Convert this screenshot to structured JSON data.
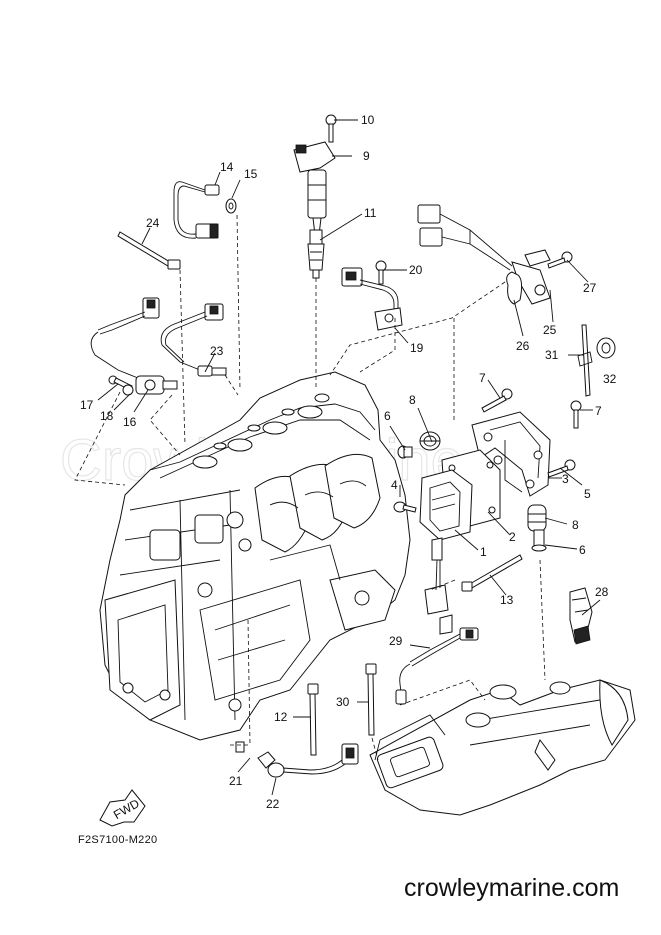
{
  "watermark": "Crowley Marine",
  "diagram_code": "F2S7100-M220",
  "site_label": "crowleymarine.com",
  "fwd_label": "FWD",
  "callouts": [
    {
      "id": "c1",
      "text": "1"
    },
    {
      "id": "c2",
      "text": "2"
    },
    {
      "id": "c3",
      "text": "3"
    },
    {
      "id": "c4",
      "text": "4"
    },
    {
      "id": "c5",
      "text": "5"
    },
    {
      "id": "c6a",
      "text": "6"
    },
    {
      "id": "c6b",
      "text": "6"
    },
    {
      "id": "c7a",
      "text": "7"
    },
    {
      "id": "c7b",
      "text": "7"
    },
    {
      "id": "c8a",
      "text": "8"
    },
    {
      "id": "c8b",
      "text": "8"
    },
    {
      "id": "c9",
      "text": "9"
    },
    {
      "id": "c10",
      "text": "10"
    },
    {
      "id": "c11",
      "text": "11"
    },
    {
      "id": "c12",
      "text": "12"
    },
    {
      "id": "c13",
      "text": "13"
    },
    {
      "id": "c14",
      "text": "14"
    },
    {
      "id": "c15",
      "text": "15"
    },
    {
      "id": "c16",
      "text": "16"
    },
    {
      "id": "c17",
      "text": "17"
    },
    {
      "id": "c18",
      "text": "18"
    },
    {
      "id": "c19",
      "text": "19"
    },
    {
      "id": "c20",
      "text": "20"
    },
    {
      "id": "c21",
      "text": "21"
    },
    {
      "id": "c22",
      "text": "22"
    },
    {
      "id": "c23",
      "text": "23"
    },
    {
      "id": "c24",
      "text": "24"
    },
    {
      "id": "c25",
      "text": "25"
    },
    {
      "id": "c26",
      "text": "26"
    },
    {
      "id": "c27",
      "text": "27"
    },
    {
      "id": "c28",
      "text": "28"
    },
    {
      "id": "c29",
      "text": "29"
    },
    {
      "id": "c30",
      "text": "30"
    },
    {
      "id": "c31",
      "text": "31"
    },
    {
      "id": "c32",
      "text": "32"
    }
  ]
}
